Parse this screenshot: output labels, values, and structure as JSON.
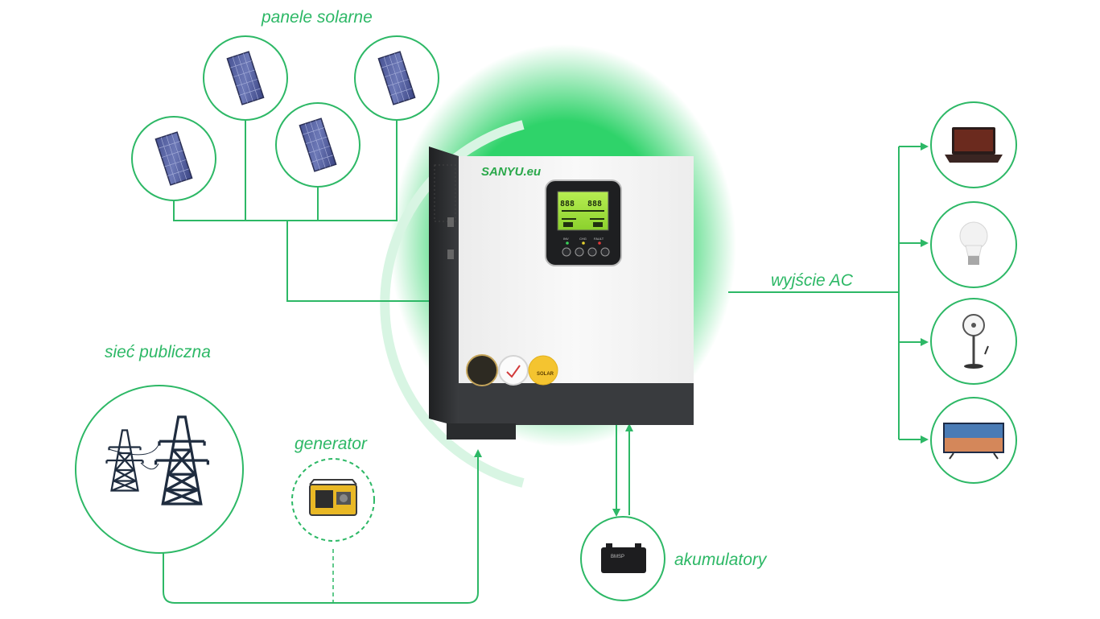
{
  "labels": {
    "solar_panels": "panele solarne",
    "public_grid": "sieć publiczna",
    "generator": "generator",
    "ac_output": "wyjście AC",
    "batteries": "akumulatory"
  },
  "inverter": {
    "brand": "SANYU.eu",
    "lcd_readout_left": "888",
    "lcd_readout_right": "888",
    "led_labels": [
      "INV",
      "CHG",
      "FAULT"
    ],
    "badge_label": "SOLAR"
  },
  "battery_label": "BMSP",
  "colors": {
    "accent_green": "#2db866",
    "glow_green": "#2fd36a",
    "inverter_dark": "#2f3133",
    "lcd_green": "#9be03a"
  },
  "icons": {
    "solar_panel": "solar-panel-icon",
    "laptop": "laptop-icon",
    "bulb": "light-bulb-icon",
    "fan": "fan-icon",
    "tv": "tv-icon",
    "pylons": "power-pylon-icon",
    "generator": "generator-icon",
    "battery": "battery-icon"
  }
}
